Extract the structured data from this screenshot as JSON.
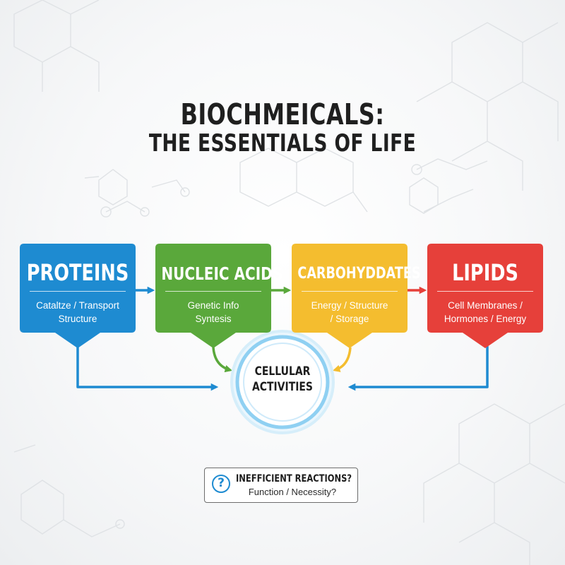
{
  "title": {
    "line1": "BIOCHMEICALS:",
    "line2": "THE ESSENTIALS OF LIFE"
  },
  "cards": [
    {
      "title": "PROTEINS",
      "description": "Cataltze / Transport\nStructure",
      "color": "#1e8bd1"
    },
    {
      "title": "NUCLEIC ACIDS",
      "description": "Genetic Info\nSyntesis",
      "color": "#5aa83b"
    },
    {
      "title": "CARBOHYDDATES",
      "description": "Energy / Structure\n/ Storage",
      "color": "#f4bd2f"
    },
    {
      "title": "LIPIDS",
      "description": "Cell Membranes /\nHormones / Energy",
      "color": "#e6403a"
    }
  ],
  "center": {
    "label": "CELLULAR\nACTIVITIES",
    "ring_color": "#8fd0f2"
  },
  "question": {
    "icon": "question-icon",
    "line1": "INEFFICIENT REACTIONS?",
    "line2": "Function / Necessity?"
  }
}
